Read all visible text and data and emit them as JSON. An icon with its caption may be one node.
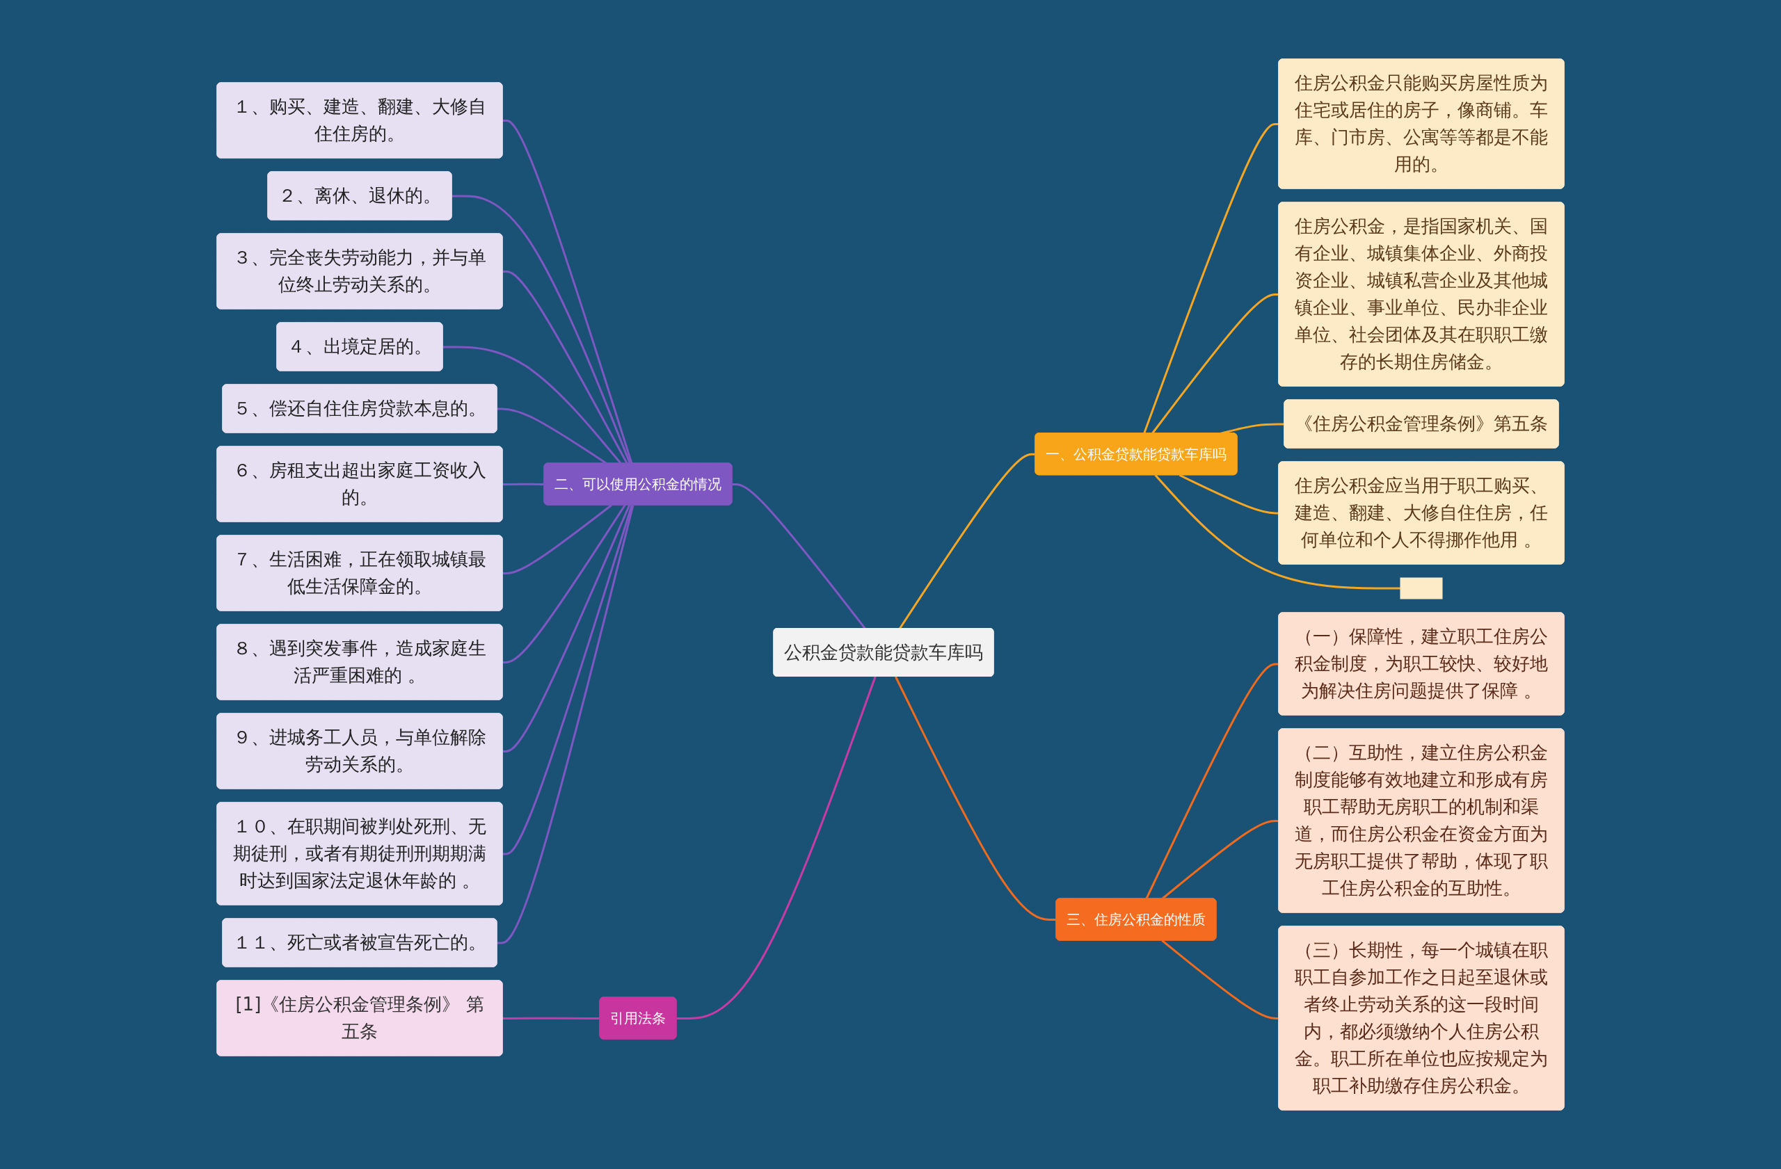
{
  "diagram": {
    "nodes": [
      {
        "text": [
          "公积金贷款能贷款车库吗"
        ]
      },
      {
        "text": [
          "一、公积金贷款能贷款车库吗"
        ]
      },
      {
        "text": [
          "住房公积金只能购买房屋性质为住宅或居住的房子，像商铺。车库、门市房、公寓等等都是不能用的。"
        ]
      },
      {
        "text": [
          "住房公积金，是指国家机关、国有企业、城镇集体企业、外商投资企业、城镇私营企业及其他城镇企业、事业单位、民办非企业单位、社会团体及其在职职工缴存的长期住房储金。"
        ]
      },
      {
        "text": [
          "《住房公积金管理条例》第五条"
        ]
      },
      {
        "text": [
          "住房公积金应当用于职工购买、建造、翻建、大修自住住房，任何单位和个人不得挪作他用 。"
        ]
      },
      {
        "text": [],
        "shape": "box"
      },
      {
        "text": [
          "三、住房公积金的性质"
        ]
      },
      {
        "text": [
          "（一）保障性，建立职工住房公积金制度，为职工较快、较好地为解决住房问题提供了保障 。"
        ]
      },
      {
        "text": [
          "（二）互助性，建立住房公积金制度能够有效地建立和形成有房职工帮助无房职工的机制和渠道，而住房公积金在资金方面为无房职工提供了帮助，体现了职工住房公积金的互助性。"
        ]
      },
      {
        "text": [
          "（三）长期性，每一个城镇在职职工自参加工作之日起至退休或者终止劳动关系的这一段时间内，都必须缴纳个人住房公积金。职工所在单位也应按规定为职工补助缴存住房公积金。"
        ]
      },
      {
        "text": [
          "二、可以使用公积金的情况"
        ]
      },
      {
        "text": [
          "１、购买、建造、翻建、大修自住住房的。"
        ]
      },
      {
        "text": [
          "２、离休、退休的。"
        ]
      },
      {
        "text": [
          "３、完全丧失劳动能力，并与单位终止劳动关系的。"
        ]
      },
      {
        "text": [
          "４、出境定居的。"
        ]
      },
      {
        "text": [
          "５、偿还自住住房贷款本息的。"
        ]
      },
      {
        "text": [
          "６、房租支出超出家庭工资收入的。"
        ]
      },
      {
        "text": [
          "７、生活困难，正在领取城镇最低生活保障金的。"
        ]
      },
      {
        "text": [
          "８、遇到突发事件，造成家庭生活严重困难的 。"
        ]
      },
      {
        "text": [
          "９、进城务工人员，与单位解除劳动关系的。"
        ]
      },
      {
        "text": [
          "１０、在职期间被判处死刑、无期徒刑，或者有期徒刑刑期期满时达到国家法定退休年龄的 。"
        ]
      },
      {
        "text": [
          "１１、死亡或者被宣告死亡的。"
        ]
      },
      {
        "text": [
          "引用法条"
        ]
      },
      {
        "text": [
          "[1]《住房公积金管理条例》 第五条"
        ]
      }
    ],
    "edges": [
      {
        "from": 0,
        "to": 1,
        "arrow": "none",
        "color": "#f5a623"
      },
      {
        "from": 1,
        "to": 2,
        "arrow": "none",
        "color": "#f5a623"
      },
      {
        "from": 1,
        "to": 3,
        "arrow": "none",
        "color": "#f5a623"
      },
      {
        "from": 1,
        "to": 4,
        "arrow": "none",
        "color": "#f5a623"
      },
      {
        "from": 1,
        "to": 5,
        "arrow": "none",
        "color": "#f5a623"
      },
      {
        "from": 1,
        "to": 6,
        "arrow": "none",
        "color": "#f5a623"
      },
      {
        "from": 0,
        "to": 7,
        "arrow": "none",
        "color": "#f26b1d"
      },
      {
        "from": 7,
        "to": 8,
        "arrow": "none",
        "color": "#f26b1d"
      },
      {
        "from": 7,
        "to": 9,
        "arrow": "none",
        "color": "#f26b1d"
      },
      {
        "from": 7,
        "to": 10,
        "arrow": "none",
        "color": "#f26b1d"
      },
      {
        "from": 0,
        "to": 11,
        "arrow": "none"
      },
      {
        "from": 11,
        "to": 12,
        "arrow": "none"
      },
      {
        "from": 11,
        "to": 13,
        "arrow": "none"
      },
      {
        "from": 11,
        "to": 14,
        "arrow": "none"
      },
      {
        "from": 11,
        "to": 15,
        "arrow": "none"
      },
      {
        "from": 11,
        "to": 16,
        "arrow": "none"
      },
      {
        "from": 11,
        "to": 17,
        "arrow": "none"
      },
      {
        "from": 11,
        "to": 18,
        "arrow": "none"
      },
      {
        "from": 11,
        "to": 19,
        "arrow": "none"
      },
      {
        "from": 11,
        "to": 20,
        "arrow": "none"
      },
      {
        "from": 11,
        "to": 21,
        "arrow": "none"
      },
      {
        "from": 11,
        "to": 22,
        "arrow": "none"
      },
      {
        "from": 0,
        "to": 23,
        "arrow": "none",
        "color": "#c83ba6"
      },
      {
        "from": 23,
        "to": 24,
        "arrow": "none",
        "color": "#c83ba6"
      }
    ]
  }
}
